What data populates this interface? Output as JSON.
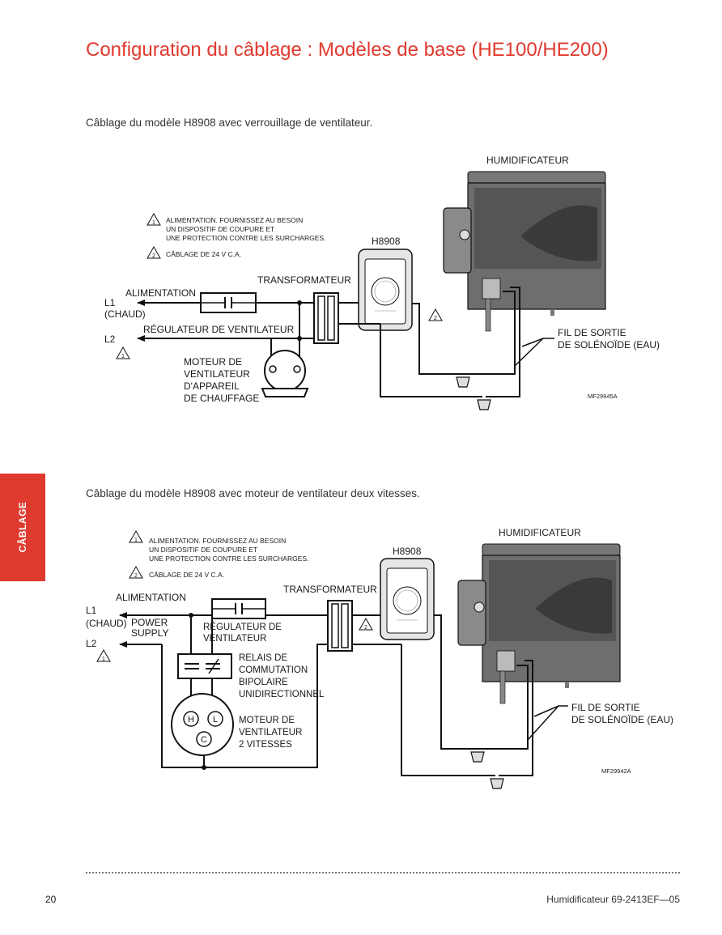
{
  "title": "Configuration du câblage : Modèles de base (HE100/HE200)",
  "side_tab": "CÂBLAGE",
  "diagram1": {
    "caption": "Câblage du modèle H8908 avec verrouillage de ventilateur.",
    "humidifier": "HUMIDIFICATEUR",
    "note1_lines": [
      "ALIMENTATION. FOURNISSEZ AU BESOIN",
      "UN DISPOSITIF DE COUPURE ET",
      "UNE PROTECTION CONTRE LES SURCHARGES."
    ],
    "note2": "CÂBLAGE DE 24 V C.A.",
    "note1_num": "1",
    "note2_num": "2",
    "h8908": "H8908",
    "transformer": "TRANSFORMATEUR",
    "power": "ALIMENTATION",
    "l1": "L1",
    "l1_sub": "(CHAUD)",
    "l2": "L2",
    "fan_regulator": "RÉGULATEUR DE VENTILATEUR",
    "motor_lines": [
      "MOTEUR DE",
      "VENTILATEUR",
      "D'APPAREIL",
      "DE CHAUFFAGE"
    ],
    "solenoid_lines": [
      "FIL DE SORTIE",
      "DE SOLÉNOÏDE (EAU)"
    ],
    "code": "MF29945A"
  },
  "diagram2": {
    "caption": "Câblage du modèle H8908 avec moteur de ventilateur deux vitesses.",
    "humidifier": "HUMIDIFICATEUR",
    "note1_lines": [
      "ALIMENTATION. FOURNISSEZ AU BESOIN",
      "UN DISPOSITIF DE COUPURE ET",
      "UNE PROTECTION CONTRE LES SURCHARGES."
    ],
    "note2": "CÂBLAGE DE 24 V C.A.",
    "note1_num": "1",
    "note2_num": "2",
    "h8908": "H8908",
    "transformer": "TRANSFORMATEUR",
    "power": "ALIMENTATION",
    "l1": "L1",
    "l1_sub": "(CHAUD)",
    "l2": "L2",
    "power_supply_lines": [
      "POWER",
      "SUPPLY"
    ],
    "fan_regulator_lines": [
      "RÉGULATEUR DE",
      "VENTILATEUR"
    ],
    "relay_lines": [
      "RELAIS DE",
      "COMMUTATION",
      "BIPOLAIRE",
      "UNIDIRECTIONNEL"
    ],
    "motor_lines": [
      "MOTEUR DE",
      "VENTILATEUR",
      "2 VITESSES"
    ],
    "motor_h": "H",
    "motor_l": "L",
    "motor_c": "C",
    "solenoid_lines": [
      "FIL DE SORTIE",
      "DE SOLÉNOÏDE (EAU)"
    ],
    "code": "MF29942A"
  },
  "footer": {
    "page": "20",
    "right": "Humidificateur   69-2413EF—05"
  },
  "colors": {
    "accent": "#e03a2f"
  }
}
